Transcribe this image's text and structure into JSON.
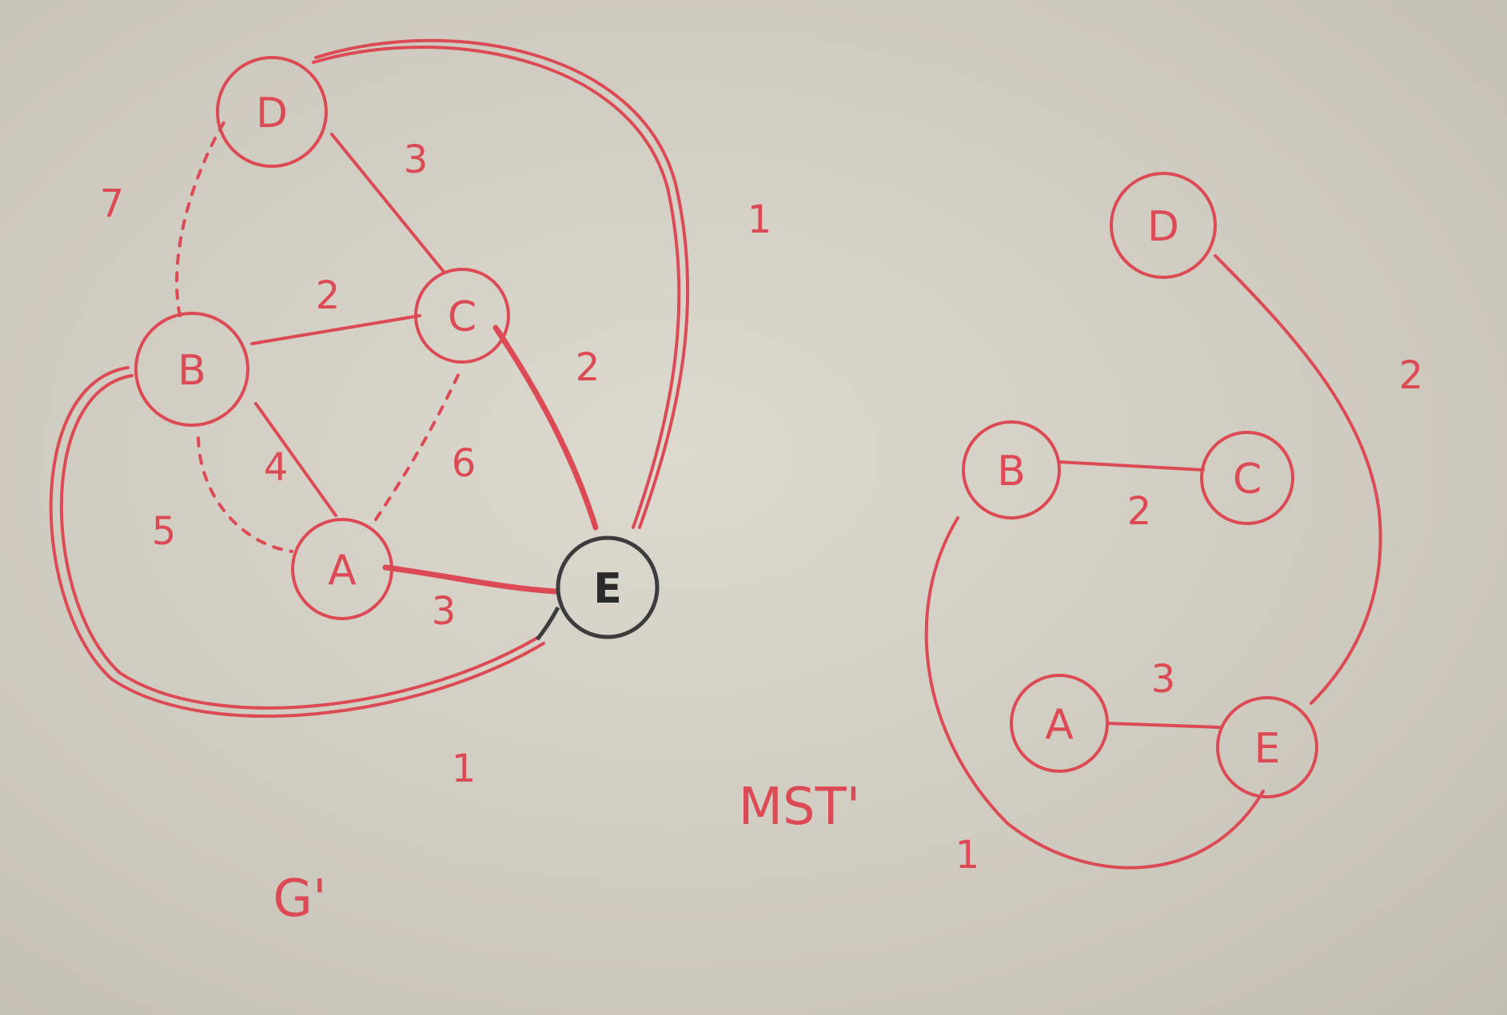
{
  "graph_g": {
    "title": "G'",
    "nodes": {
      "A": "A",
      "B": "B",
      "C": "C",
      "D": "D",
      "E": "E"
    },
    "edges": [
      {
        "from": "A",
        "to": "E",
        "weight": "3",
        "style": "solid"
      },
      {
        "from": "A",
        "to": "B",
        "weight": "4",
        "style": "solid"
      },
      {
        "from": "A",
        "to": "B",
        "weight": "5",
        "style": "dashed"
      },
      {
        "from": "A",
        "to": "C",
        "weight": "6",
        "style": "dashed"
      },
      {
        "from": "B",
        "to": "C",
        "weight": "2",
        "style": "solid"
      },
      {
        "from": "B",
        "to": "D",
        "weight": "7",
        "style": "dashed"
      },
      {
        "from": "C",
        "to": "D",
        "weight": "3",
        "style": "solid"
      },
      {
        "from": "C",
        "to": "E",
        "weight": "2",
        "style": "solid"
      },
      {
        "from": "D",
        "to": "E",
        "weight": "1",
        "style": "solid"
      },
      {
        "from": "B",
        "to": "E",
        "weight": "1",
        "style": "solid"
      }
    ]
  },
  "graph_mst": {
    "title": "MST'",
    "nodes": {
      "A": "A",
      "B": "B",
      "C": "C",
      "D": "D",
      "E": "E"
    },
    "edges": [
      {
        "from": "B",
        "to": "C",
        "weight": "2"
      },
      {
        "from": "A",
        "to": "E",
        "weight": "3"
      },
      {
        "from": "D",
        "to": "E",
        "weight": "2"
      },
      {
        "from": "B",
        "to": "E",
        "weight": "1"
      }
    ]
  },
  "colors": {
    "ink": "#dc4a56",
    "dark_ink": "#2a2a2a",
    "paper": "#d6d2c7"
  }
}
